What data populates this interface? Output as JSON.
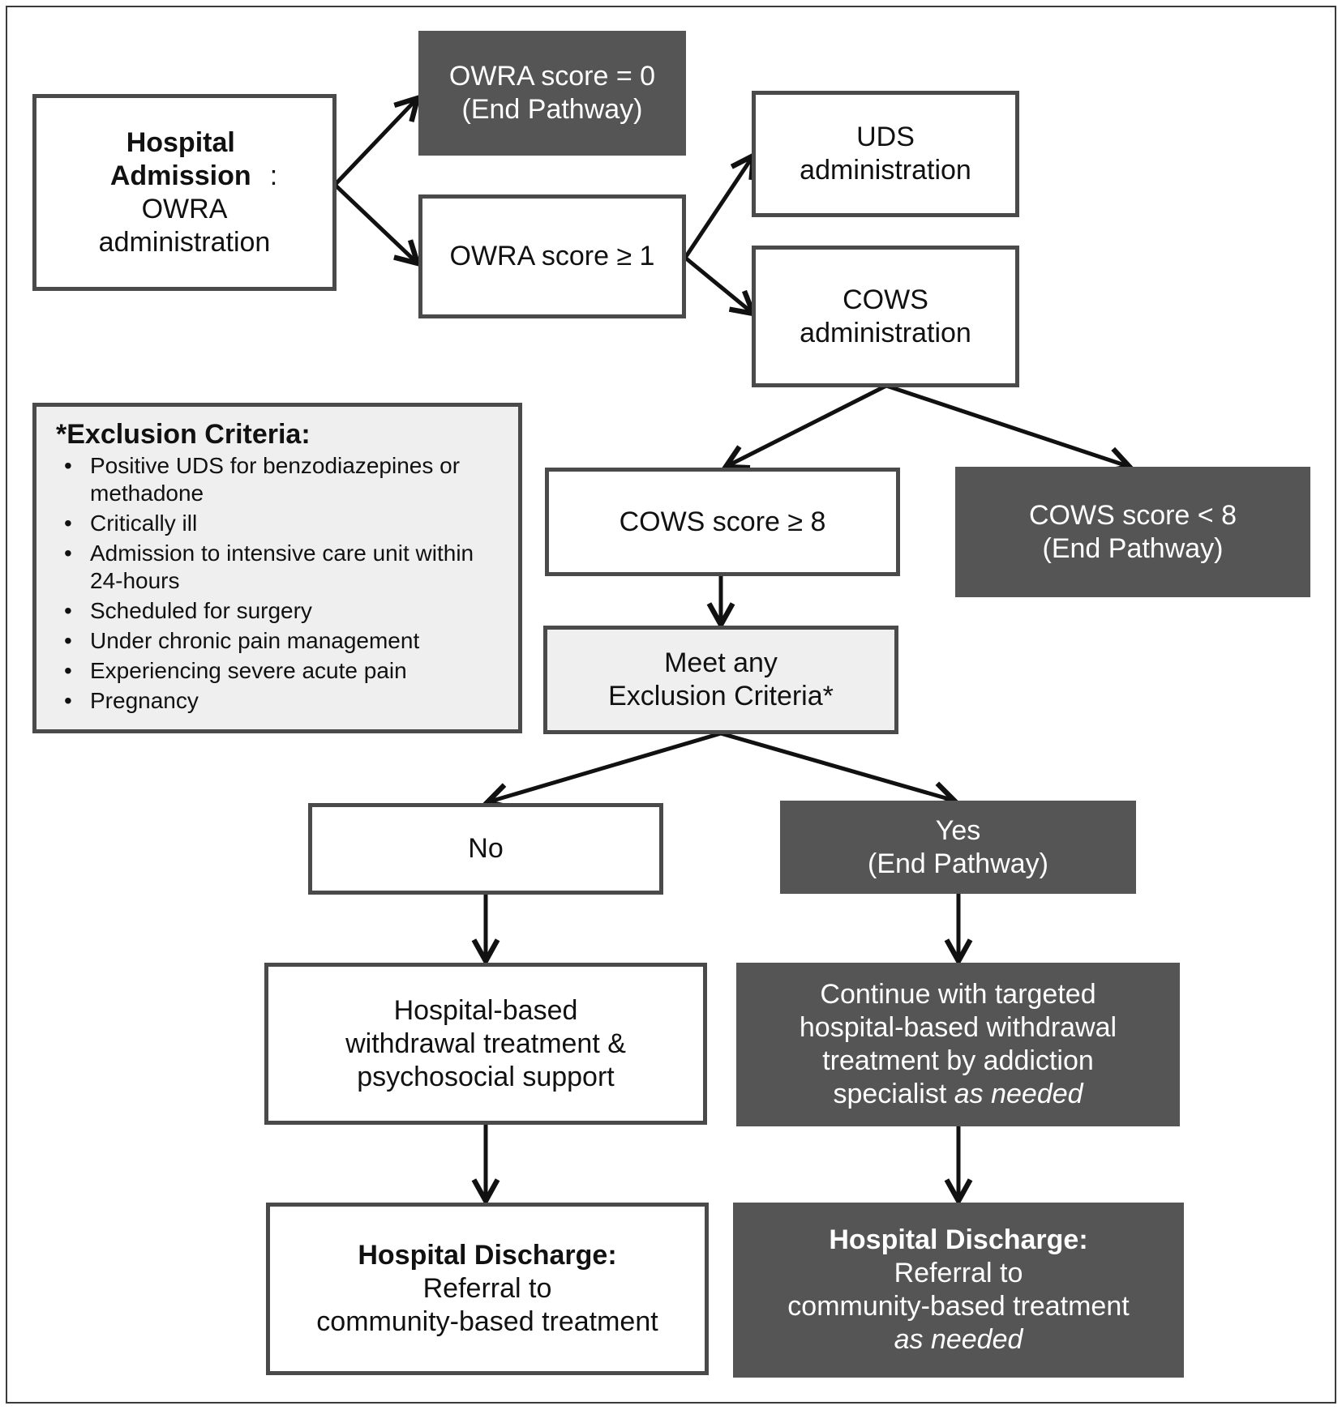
{
  "nodes": {
    "admission": {
      "label_bold": "Hospital Admission",
      "label_rest": ":",
      "line3": "OWRA",
      "line4": "administration"
    },
    "owra_zero": {
      "line1": "OWRA score = 0",
      "line2": "(End Pathway)"
    },
    "owra_ge1": {
      "line1": "OWRA score ≥ 1"
    },
    "uds": {
      "line1": "UDS",
      "line2": "administration"
    },
    "cows_admin": {
      "line1": "COWS",
      "line2": "administration"
    },
    "cows_ge8": {
      "line1": "COWS score ≥ 8"
    },
    "cows_lt8": {
      "line1": "COWS score < 8",
      "line2": "(End Pathway)"
    },
    "meet_excl": {
      "line1": "Meet any",
      "line2": "Exclusion Criteria*"
    },
    "no": {
      "line1": "No"
    },
    "yes": {
      "line1": "Yes",
      "line2": "(End Pathway)"
    },
    "hosp_treat": {
      "line1": "Hospital-based",
      "line2": "withdrawal treatment &",
      "line3": "psychosocial support"
    },
    "continue_treat": {
      "line1": "Continue with targeted",
      "line2": "hospital-based withdrawal",
      "line3": "treatment by addiction",
      "line4_plain": "specialist ",
      "line4_italic": "as needed"
    },
    "discharge_left": {
      "line1_bold": "Hospital Discharge:",
      "line2": "Referral to",
      "line3": "community-based treatment"
    },
    "discharge_right": {
      "line1_bold": "Hospital Discharge:",
      "line2": "Referral to",
      "line3": "community-based treatment",
      "line4_italic": "as needed"
    }
  },
  "exclusion_criteria": {
    "title": "*Exclusion Criteria:",
    "items": [
      "Positive UDS for benzodiazepines or methadone",
      "Critically ill",
      "Admission to intensive care unit within 24-hours",
      "Scheduled for surgery",
      "Under chronic pain management",
      "Experiencing severe acute pain",
      "Pregnancy"
    ]
  },
  "edges": [
    {
      "from": "admission",
      "to": "owra_zero"
    },
    {
      "from": "admission",
      "to": "owra_ge1"
    },
    {
      "from": "owra_ge1",
      "to": "uds"
    },
    {
      "from": "owra_ge1",
      "to": "cows_admin"
    },
    {
      "from": "cows_admin",
      "to": "cows_ge8"
    },
    {
      "from": "cows_admin",
      "to": "cows_lt8"
    },
    {
      "from": "cows_ge8",
      "to": "meet_excl"
    },
    {
      "from": "meet_excl",
      "to": "no"
    },
    {
      "from": "meet_excl",
      "to": "yes"
    },
    {
      "from": "no",
      "to": "hosp_treat"
    },
    {
      "from": "yes",
      "to": "continue_treat"
    },
    {
      "from": "hosp_treat",
      "to": "discharge_left"
    },
    {
      "from": "continue_treat",
      "to": "discharge_right"
    }
  ],
  "colors": {
    "end_pathway_fill": "#555555",
    "exclusion_fill": "#efefef",
    "border": "#4a4a4a",
    "arrow": "#111111"
  }
}
